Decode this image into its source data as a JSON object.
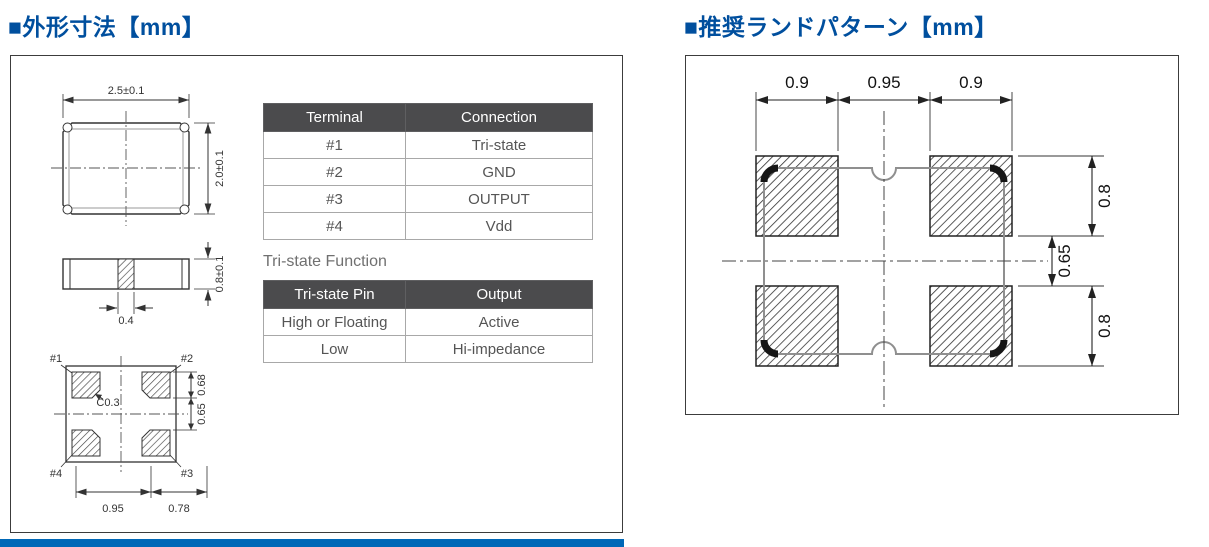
{
  "colors": {
    "title_blue": "#004f9e",
    "accent_bar_blue": "#0068b7",
    "table_header_bg": "#4b4b4d"
  },
  "titles": {
    "outline": "■外形寸法【mm】",
    "land_pattern": "■推奨ランドパターン【mm】"
  },
  "outline": {
    "top_view": {
      "width": "2.5±0.1",
      "height": "2.0±0.1"
    },
    "side_view": {
      "center_pad": "0.4",
      "height": "0.8±0.1"
    },
    "bottom_view": {
      "pin_top_left": "#1",
      "pin_top_right": "#2",
      "pin_bottom_right": "#3",
      "pin_bottom_left": "#4",
      "chamfer": "C0.3",
      "pad_height": "0.68",
      "pad_gap": "0.65",
      "pitch_x": "0.95",
      "pad_width": "0.78"
    },
    "terminal_table": {
      "headers": [
        "Terminal",
        "Connection"
      ],
      "rows": [
        [
          "#1",
          "Tri-state"
        ],
        [
          "#2",
          "GND"
        ],
        [
          "#3",
          "OUTPUT"
        ],
        [
          "#4",
          "Vdd"
        ]
      ]
    },
    "tristate_function_label": "Tri-state Function",
    "tristate_table": {
      "headers": [
        "Tri-state Pin",
        "Output"
      ],
      "rows": [
        [
          "High or Floating",
          "Active"
        ],
        [
          "Low",
          "Hi-impedance"
        ]
      ]
    }
  },
  "land_pattern": {
    "pad_width_left": "0.9",
    "pad_gap_x": "0.95",
    "pad_width_right": "0.9",
    "pad_height_top": "0.8",
    "pad_gap_y": "0.65",
    "pad_height_bottom": "0.8"
  }
}
